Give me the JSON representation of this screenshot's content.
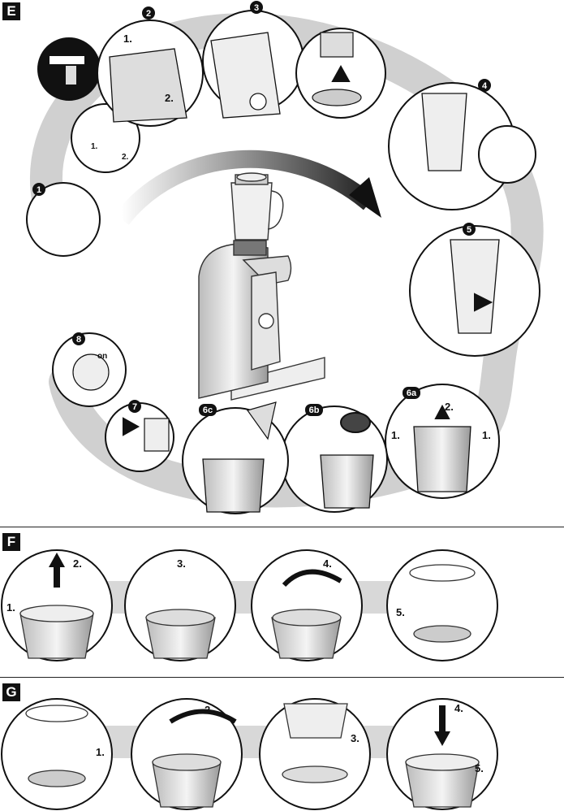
{
  "sections": {
    "E": {
      "label": "E"
    },
    "F": {
      "label": "F"
    },
    "G": {
      "label": "G"
    }
  },
  "e_steps": {
    "s1": "1",
    "s2": "2",
    "s3": "3",
    "s4": "4",
    "s5": "5",
    "s6a": "6a",
    "s6b": "6b",
    "s6c": "6c",
    "s7": "7",
    "s8": "8"
  },
  "e_sub": {
    "s2_a": "1.",
    "s2_b": "2.",
    "left_a": "1.",
    "left_b": "2.",
    "s6a_left": "1.",
    "s6a_mid": "2.",
    "s6a_right": "1.",
    "s8_on": "on"
  },
  "f_steps": {
    "p1_a": "2.",
    "p1_b": "1.",
    "p2": "3.",
    "p3": "4.",
    "p4": "5."
  },
  "g_steps": {
    "p1": "1.",
    "p2": "2.",
    "p3": "3.",
    "p4_a": "4.",
    "p4_b": "5."
  }
}
